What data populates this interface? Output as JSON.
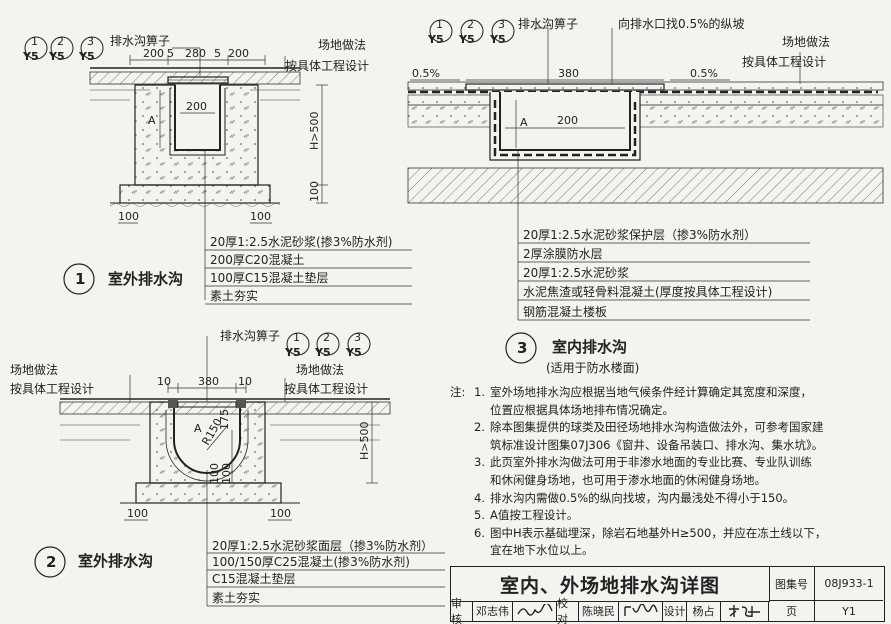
{
  "detail1": {
    "title": "室外排水沟",
    "number": "1",
    "grate_label": "排水沟箅子",
    "refs": [
      {
        "top": "1",
        "bottom": "Y5"
      },
      {
        "top": "2",
        "bottom": "Y5"
      },
      {
        "top": "3",
        "bottom": "Y5"
      }
    ],
    "site_label_1": "场地做法",
    "site_label_2": "按具体工程设计",
    "dims": {
      "d200a": "200",
      "d5a": "5",
      "d280": "280",
      "d5b": "5",
      "d200b": "200",
      "inner": "200",
      "a": "A",
      "h": "H>500",
      "base": "100",
      "left": "100",
      "right": "100"
    },
    "layers": [
      "20厚1:2.5水泥砂浆(掺3%防水剂)",
      "200厚C20混凝土",
      "100厚C15混凝土垫层",
      "素土夯实"
    ]
  },
  "detail2": {
    "title": "室外排水沟",
    "number": "2",
    "grate_label": "排水沟箅子",
    "refs": [
      {
        "top": "1",
        "bottom": "Y5"
      },
      {
        "top": "2",
        "bottom": "Y5"
      },
      {
        "top": "3",
        "bottom": "Y5"
      }
    ],
    "site_label_1": "场地做法",
    "site_label_2": "按具体工程设计",
    "site_label_3": "场地做法",
    "site_label_4": "按具体工程设计",
    "dims": {
      "d10a": "10",
      "d380": "380",
      "d10b": "10",
      "r": "R150",
      "d175": "175",
      "a": "A",
      "h": "H>500",
      "d100a": "100",
      "d100b": "100",
      "left": "100",
      "right": "100"
    },
    "layers": [
      "20厚1:2.5水泥砂浆面层（掺3%防水剂）",
      "100/150厚C25混凝土(掺3%防水剂)",
      "C15混凝土垫层",
      "素土夯实"
    ]
  },
  "detail3": {
    "title": "室内排水沟",
    "subtitle": "(适用于防水楼面)",
    "number": "3",
    "grate_label": "排水沟箅子",
    "slope_label": "向排水口找0.5%的纵坡",
    "refs": [
      {
        "top": "1",
        "bottom": "Y5"
      },
      {
        "top": "2",
        "bottom": "Y5"
      },
      {
        "top": "3",
        "bottom": "Y5"
      }
    ],
    "site_label_1": "场地做法",
    "site_label_2": "按具体工程设计",
    "dims": {
      "d380": "380",
      "inner": "200",
      "a": "A",
      "slope_l": "0.5%",
      "slope_r": "0.5%"
    },
    "layers": [
      "20厚1:2.5水泥砂浆保护层（掺3%防水剂）",
      "2厚涂膜防水层",
      "20厚1:2.5水泥砂浆",
      "水泥焦渣或轻骨料混凝土(厚度按具体工程设计)",
      "钢筋混凝土楼板"
    ]
  },
  "notes": {
    "prefix": "注:",
    "items": [
      {
        "num": "1.",
        "lines": [
          "室外场地排水沟应根据当地气候条件经计算确定其宽度和深度，",
          "位置应根据具体场地排布情况确定。"
        ]
      },
      {
        "num": "2.",
        "lines": [
          "除本图集提供的球类及田径场地排水沟构造做法外，可参考国家建",
          "筑标准设计图集07J306《窗井、设备吊装口、排水沟、集水坑》。"
        ]
      },
      {
        "num": "3.",
        "lines": [
          "此页室外排水沟做法可用于非渗水地面的专业比赛、专业队训练",
          "和休闲健身场地，也可用于渗水地面的休闲健身场地。"
        ]
      },
      {
        "num": "4.",
        "lines": [
          "排水沟内需做0.5%的纵向找坡，沟内最浅处不得小于150。"
        ]
      },
      {
        "num": "5.",
        "lines": [
          "A值按工程设计。"
        ]
      },
      {
        "num": "6.",
        "lines": [
          "图中H表示基础埋深，除岩石地基外H≥500，并应在冻土线以下，",
          "宜在地下水位以上。"
        ]
      }
    ]
  },
  "title_block": {
    "title": "室内、外场地排水沟详图",
    "atlas_label": "图集号",
    "atlas_no": "08J933-1",
    "review_label": "审核",
    "reviewer": "邓志伟",
    "check_label": "校对",
    "checker": "陈晓民",
    "design_label": "设计",
    "designer": "杨占",
    "page_label": "页",
    "page_no": "Y1"
  }
}
